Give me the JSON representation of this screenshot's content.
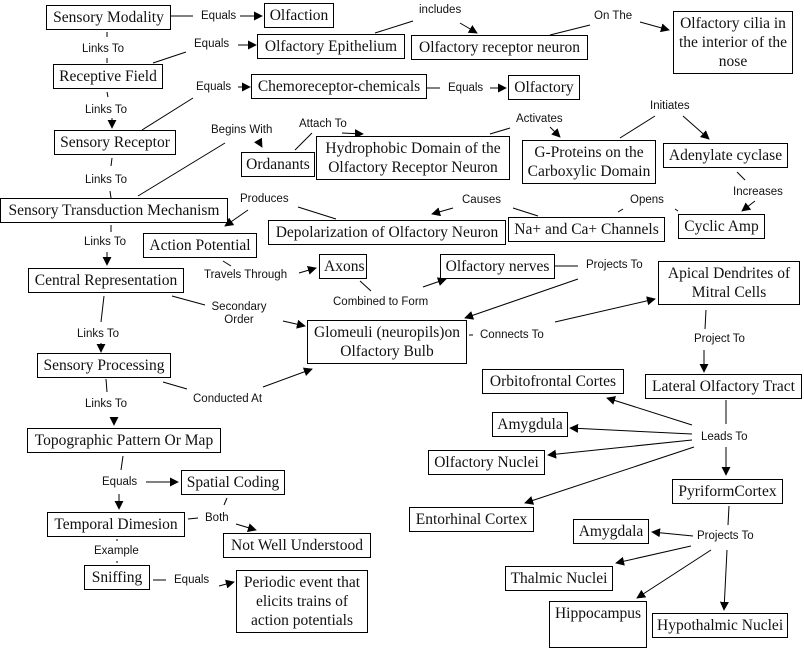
{
  "diagram": {
    "type": "concept-map",
    "nodes": {
      "sensory_modality": "Sensory Modality",
      "olfaction": "Olfaction",
      "olfactory_epithelium": "Olfactory Epithelium",
      "olfactory_receptor_neuron": "Olfactory receptor neuron",
      "olfactory_cilia": "Olfactory cilia in the interior of the nose",
      "receptive_field": "Receptive Field",
      "chemoreceptor": "Chemoreceptor-chemicals",
      "olfactory": "Olfactory",
      "sensory_receptor": "Sensory Receptor",
      "ordanants": "Ordanants",
      "hydrophobic_domain": "Hydrophobic Domain of the Olfactory Receptor Neuron",
      "g_proteins": "G-Proteins on the Carboxylic Domain",
      "adenylate_cyclase": "Adenylate cyclase",
      "sensory_transduction": "Sensory Transduction Mechanism",
      "depolarization": "Depolarization of Olfactory Neuron",
      "channels": "Na+ and Ca+ Channels",
      "cyclic_amp": "Cyclic Amp",
      "action_potential": "Action Potential",
      "axons": "Axons",
      "olfactory_nerves": "Olfactory nerves",
      "apical_dendrites": "Apical Dendrites of Mitral Cells",
      "central_representation": "Central Representation",
      "glomeruli": "Glomeuli (neuropils)on Olfactory Bulb",
      "sensory_processing": "Sensory Processing",
      "lateral_olfactory_tract": "Lateral Olfactory Tract",
      "orbitofrontal": "Orbitofrontal Cortes",
      "amygdula": "Amygdula",
      "olfactory_nuclei": "Olfactory Nuclei",
      "entorhinal": "Entorhinal Cortex",
      "pyriform": "PyriformCortex",
      "topographic": "Topographic Pattern Or Map",
      "spatial_coding": "Spatial Coding",
      "temporal_dimension": "Temporal Dimesion",
      "not_well_understood": "Not Well Understood",
      "sniffing": "Sniffing",
      "periodic_event": "Periodic event that elicits trains of action potentials",
      "amygdala": "Amygdala",
      "thalmic_nuclei": "Thalmic Nuclei",
      "hippocampus": "Hippocampus",
      "hypothalmic_nuclei": "Hypothalmic Nuclei"
    },
    "links": {
      "equals_1": "Equals",
      "equals_2": "Equals",
      "includes": "includes",
      "on_the": "On The",
      "links_to_1": "Links To",
      "equals_3": "Equals",
      "equals_4": "Equals",
      "links_to_2": "Links To",
      "begins_with": "Begins With",
      "attach_to": "Attach To",
      "activates": "Activates",
      "initiates": "Initiates",
      "links_to_3": "Links To",
      "produces": "Produces",
      "causes": "Causes",
      "opens": "Opens",
      "increases": "Increases",
      "links_to_4": "Links To",
      "travels_through": "Travels Through",
      "combined_to_form": "Combined to Form",
      "projects_to_1": "Projects To",
      "secondary_order": "Secondary Order",
      "connects_to": "Connects To",
      "project_to": "Project To",
      "links_to_5": "Links To",
      "conducted_at": "Conducted At",
      "links_to_6": "Links To",
      "leads_to": "Leads To",
      "equals_5": "Equals",
      "both": "Both",
      "example": "Example",
      "equals_6": "Equals",
      "projects_to_2": "Projects To"
    }
  }
}
